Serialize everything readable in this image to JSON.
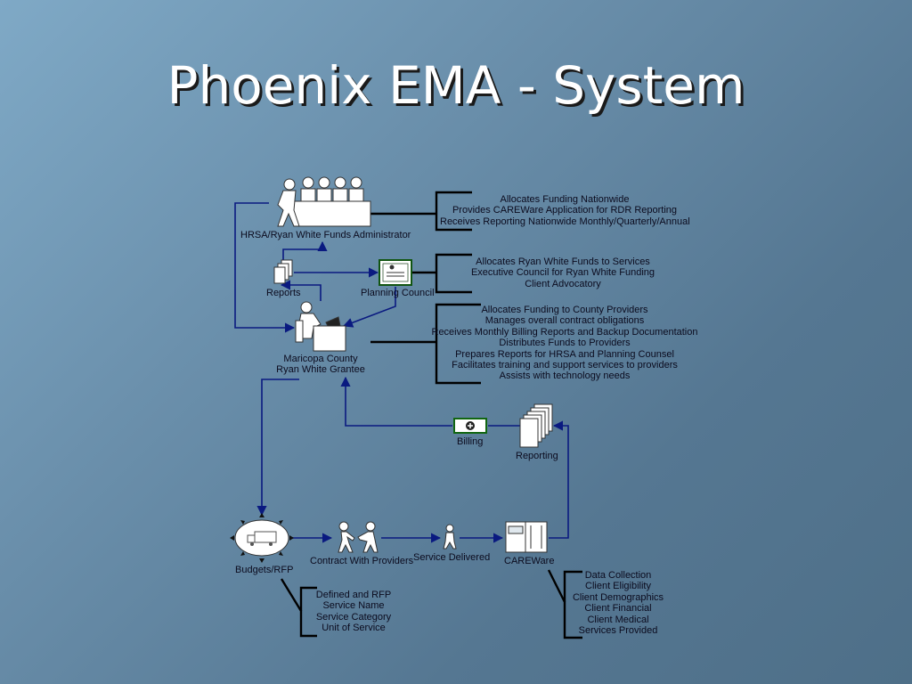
{
  "title": "Phoenix EMA - System",
  "nodes": {
    "hrsa": "HRSA/Ryan White Funds Administrator",
    "reports": "Reports",
    "planning_council": "Planning Council",
    "grantee_line1": "Maricopa County",
    "grantee_line2": "Ryan White Grantee",
    "billing": "Billing",
    "reporting": "Reporting",
    "budgets": "Budgets/RFP",
    "contract": "Contract With Providers",
    "service_delivered": "Service Delivered",
    "careware": "CAREWare"
  },
  "blocks": {
    "hrsa_duties": [
      "Allocates Funding Nationwide",
      "Provides CAREWare Application for RDR Reporting",
      "Receives Reporting Nationwide Monthly/Quarterly/Annual"
    ],
    "council_duties": [
      "Allocates Ryan White Funds to Services",
      "Executive Council for Ryan White Funding",
      "Client Advocatory"
    ],
    "grantee_duties": [
      "Allocates Funding to County Providers",
      "Manages overall contract obligations",
      "Receives Monthly Billing Reports and Backup Documentation",
      "Distributes Funds to Providers",
      "Prepares Reports for HRSA and Planning Counsel",
      "Facilitates training and support services to providers",
      "Assists with technology needs"
    ],
    "budget_items": [
      "Defined and RFP",
      "Service Name",
      "Service Category",
      "Unit of Service"
    ],
    "careware_items": [
      "Data Collection",
      "Client Eligibility",
      "Client Demographics",
      "Client Financial",
      "Client Medical",
      "Services Provided"
    ]
  }
}
